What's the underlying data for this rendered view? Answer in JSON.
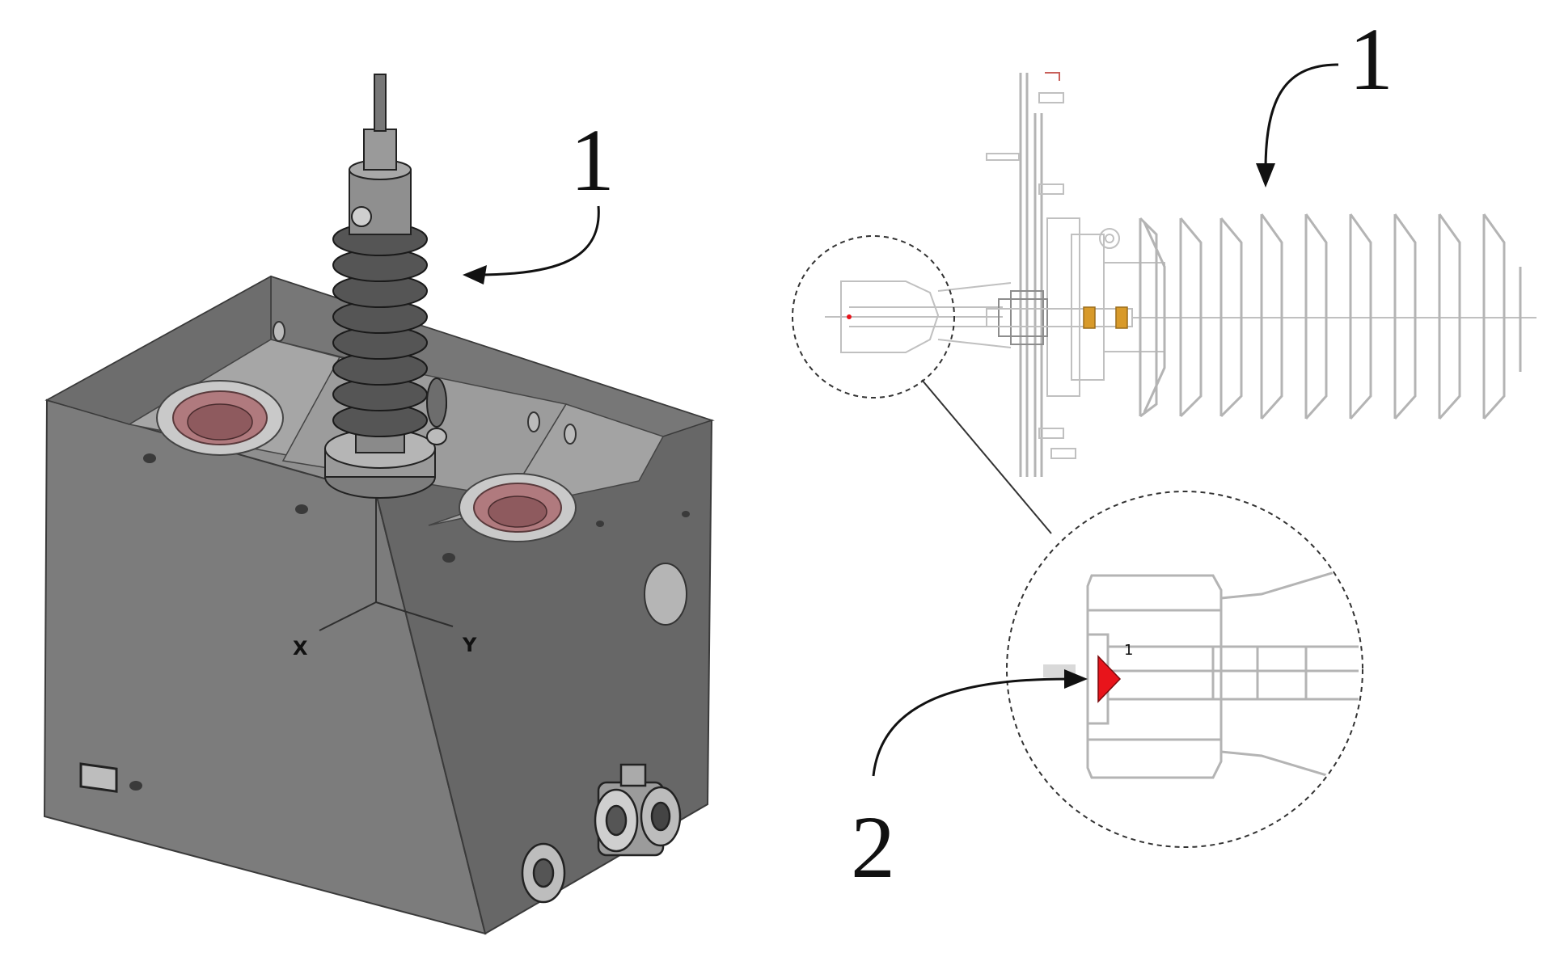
{
  "left_view": {
    "callout": "1",
    "axis_x": "X",
    "axis_y": "Y",
    "colors": {
      "tank": "#7a7a7a",
      "tank_top": "#9a9a9a",
      "tank_side": "#626262",
      "flange": "#b07a7e"
    }
  },
  "right_view": {
    "callout_insulator": "1",
    "callout_sensor": "2",
    "sensor_tag": "1",
    "colors": {
      "sensor": "#e8141b",
      "line": "#b4b4b4",
      "accent": "#d89a2a"
    }
  }
}
